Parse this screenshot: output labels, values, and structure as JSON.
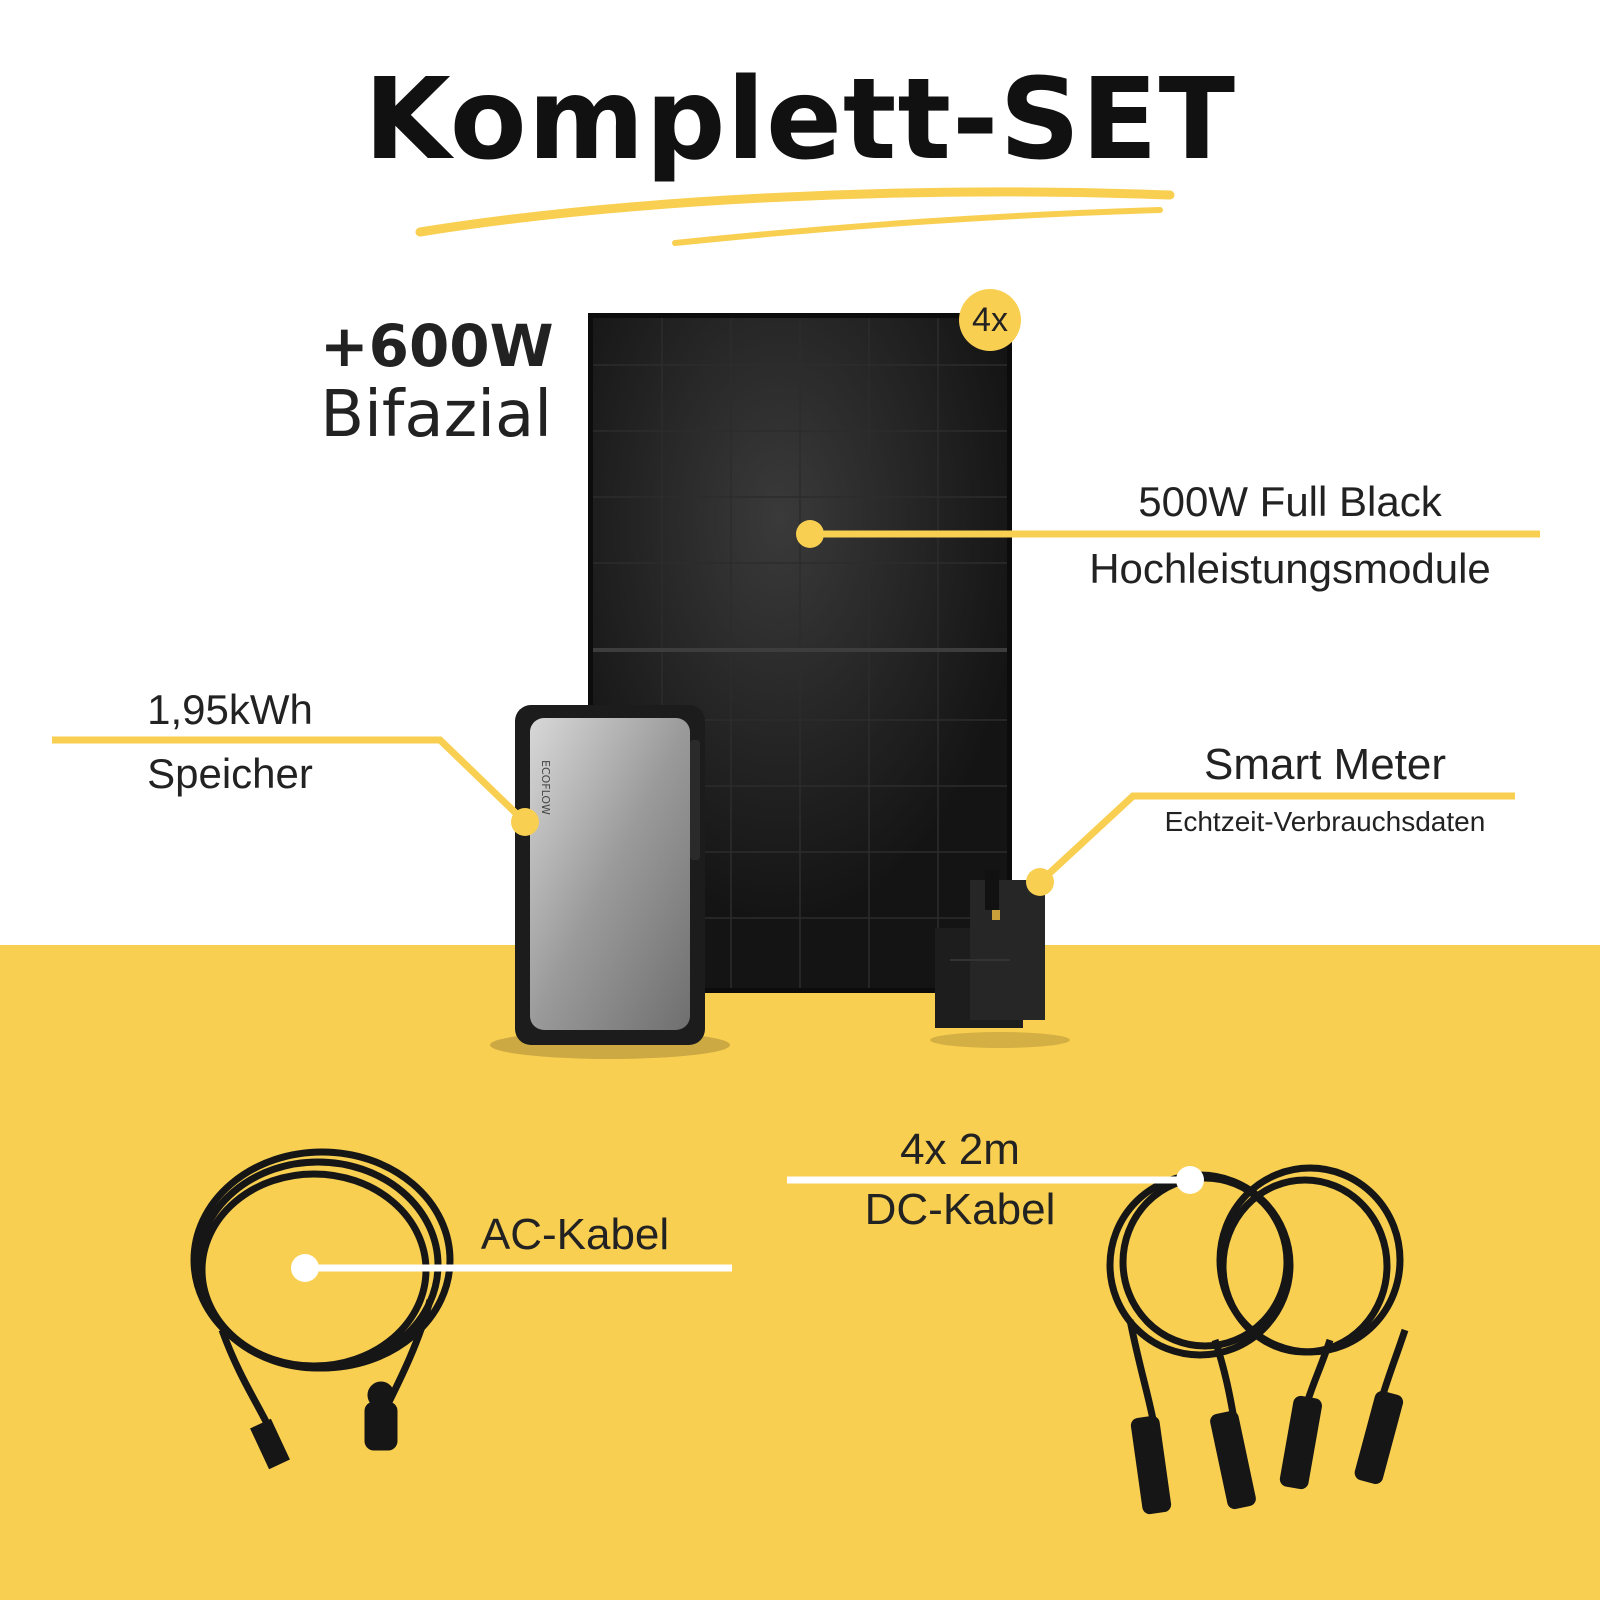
{
  "title": "Komplett-SET",
  "power": {
    "value": "+600W",
    "type": "Bifazial"
  },
  "panel": {
    "count_badge": "4x",
    "label_line1": "500W Full Black",
    "label_line2": "Hochleistungsmodule"
  },
  "battery": {
    "label_line1": "1,95kWh",
    "label_line2": "Speicher",
    "brand_mark": "ECOFLOW"
  },
  "meter": {
    "label_line1": "Smart Meter",
    "label_line2": "Echtzeit-Verbrauchsdaten"
  },
  "ac_cable": {
    "label": "AC-Kabel"
  },
  "dc_cable": {
    "label_line1": "4x 2m",
    "label_line2": "DC-Kabel"
  },
  "colors": {
    "accent": "#F9CF51",
    "text": "#222222",
    "panel": "#151515",
    "background": "#ffffff"
  }
}
